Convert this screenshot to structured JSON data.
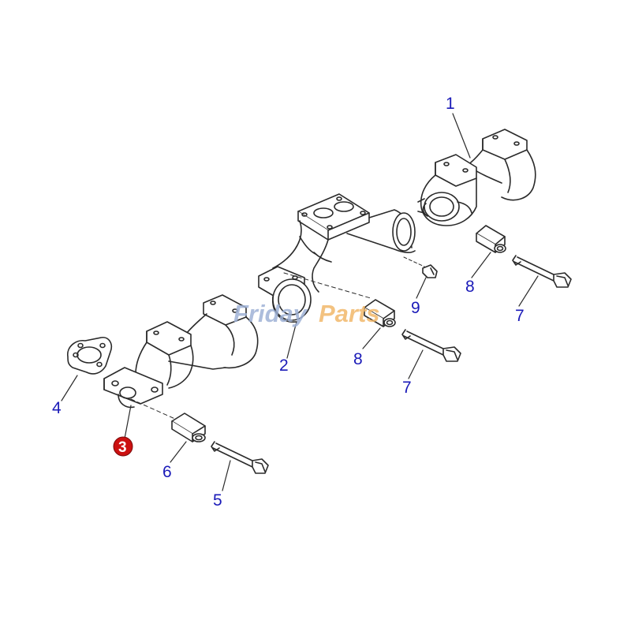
{
  "watermark": {
    "word1": "Friday",
    "word2": "Parts",
    "color1": "#9fb2d6",
    "color2": "#f2b86a"
  },
  "colors": {
    "line": "#2a2a2a",
    "callout": "#1a1ab8",
    "selected": "#cc1111"
  },
  "callouts": [
    {
      "id": "c1",
      "label": "1"
    },
    {
      "id": "c2",
      "label": "2"
    },
    {
      "id": "c3",
      "label": "3",
      "selected": true
    },
    {
      "id": "c4",
      "label": "4"
    },
    {
      "id": "c5",
      "label": "5"
    },
    {
      "id": "c6",
      "label": "6"
    },
    {
      "id": "c7a",
      "label": "7"
    },
    {
      "id": "c7b",
      "label": "7"
    },
    {
      "id": "c8a",
      "label": "8"
    },
    {
      "id": "c8b",
      "label": "8"
    },
    {
      "id": "c9",
      "label": "9"
    }
  ]
}
